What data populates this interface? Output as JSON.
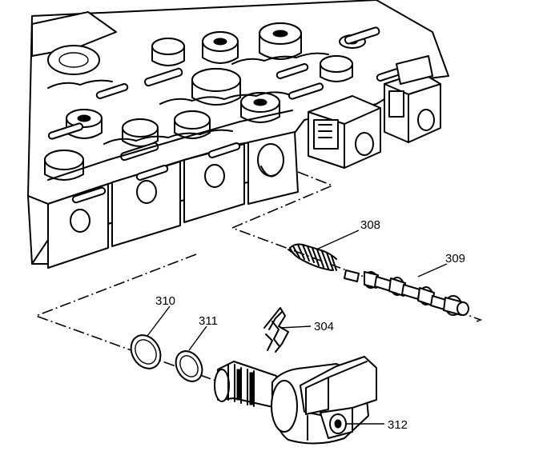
{
  "labels": {
    "spring": "308",
    "valve": "309",
    "seal_outer": "310",
    "seal_inner": "311",
    "retainer": "304",
    "solenoid": "312"
  }
}
